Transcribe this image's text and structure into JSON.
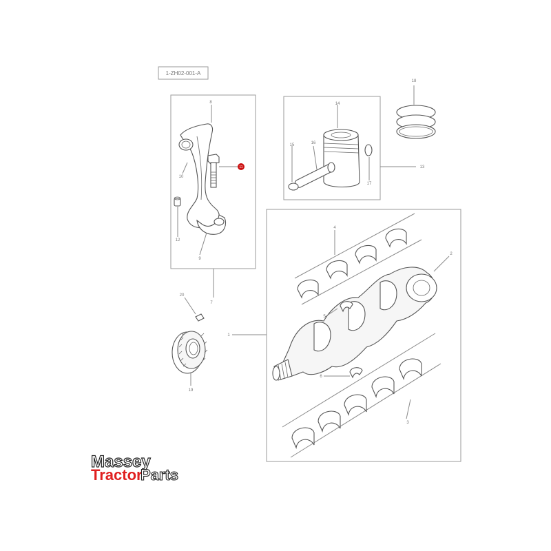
{
  "reference_code": "1-ZH02-001-A",
  "highlight_color": "#cc1111",
  "callouts": {
    "c1": "1",
    "c2": "2",
    "c3": "3",
    "c4": "4",
    "c5": "5",
    "c6": "6",
    "c7": "7",
    "c8": "8",
    "c9": "9",
    "c10": "10",
    "c11": "11",
    "c12": "12",
    "c13": "13",
    "c14": "14",
    "c15": "15",
    "c16": "16",
    "c17": "17",
    "c18": "18",
    "c19": "19",
    "c20": "20"
  },
  "logo": {
    "line1": "Massey",
    "line2_red": "Tractor",
    "line2_black": "Parts",
    "red_color": "#e02020",
    "outline_color": "#222222"
  }
}
